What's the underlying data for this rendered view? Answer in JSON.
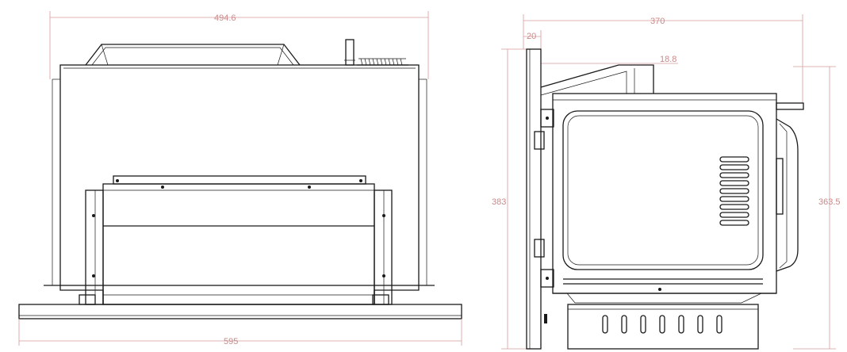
{
  "front_view": {
    "width_label": "595",
    "inner_width_label": "494.6"
  },
  "side_view": {
    "depth_label": "370",
    "frame_label": "20",
    "offset_label": "18.8",
    "height_label": "383",
    "body_height_label": "363.5"
  },
  "colors": {
    "outline": "#1a1a1a",
    "dimension": "#d99a9a"
  }
}
